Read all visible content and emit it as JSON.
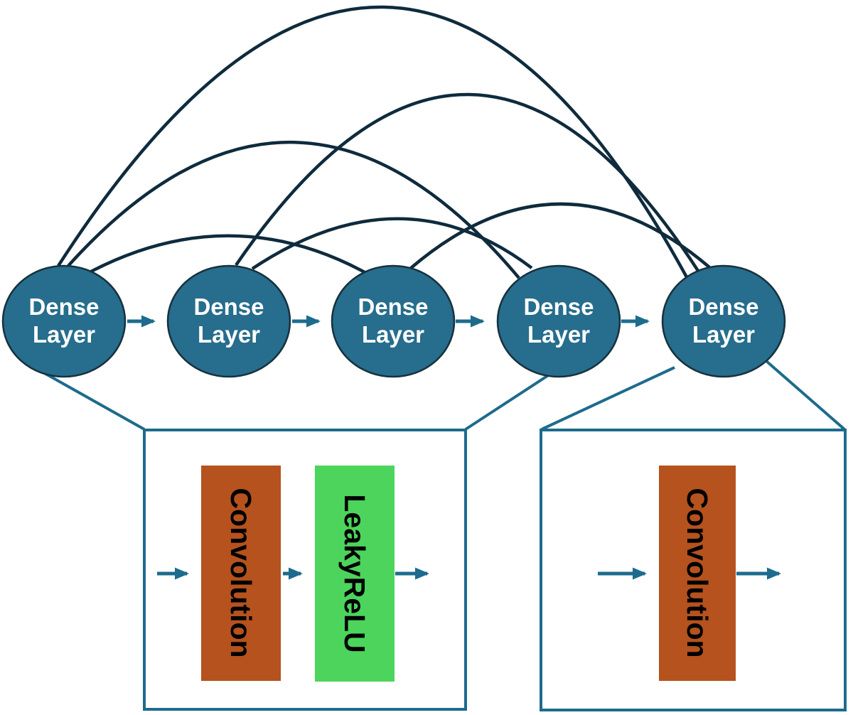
{
  "diagram": {
    "nodes": [
      {
        "line1": "Dense",
        "line2": "Layer"
      },
      {
        "line1": "Dense",
        "line2": "Layer"
      },
      {
        "line1": "Dense",
        "line2": "Layer"
      },
      {
        "line1": "Dense",
        "line2": "Layer"
      },
      {
        "line1": "Dense",
        "line2": "Layer"
      }
    ],
    "sequential_arrows": [
      [
        1,
        2
      ],
      [
        2,
        3
      ],
      [
        3,
        4
      ],
      [
        4,
        5
      ]
    ],
    "skip_connections": [
      [
        1,
        3
      ],
      [
        1,
        4
      ],
      [
        1,
        5
      ],
      [
        2,
        4
      ],
      [
        2,
        5
      ],
      [
        3,
        5
      ]
    ],
    "detail_boxes": [
      {
        "linked_nodes": [
          1,
          4
        ],
        "components": [
          "Convolution",
          "LeakyReLU"
        ]
      },
      {
        "linked_nodes": [
          5,
          5
        ],
        "components": [
          "Convolution"
        ]
      }
    ],
    "colors": {
      "background": "#ffffff",
      "node_fill": "#276d8d",
      "node_border": "#16323f",
      "node_text": "#ffffff",
      "arrow": "#1d6b8d",
      "skip_arc": "#0f2b3d",
      "connector": "#1d6b8d",
      "box_border": "#1d6b8d",
      "box_fill": "#ffffff",
      "convolution_fill": "#b5521d",
      "leakyrelu_fill": "#4cd45c",
      "component_text": "#000000"
    }
  }
}
